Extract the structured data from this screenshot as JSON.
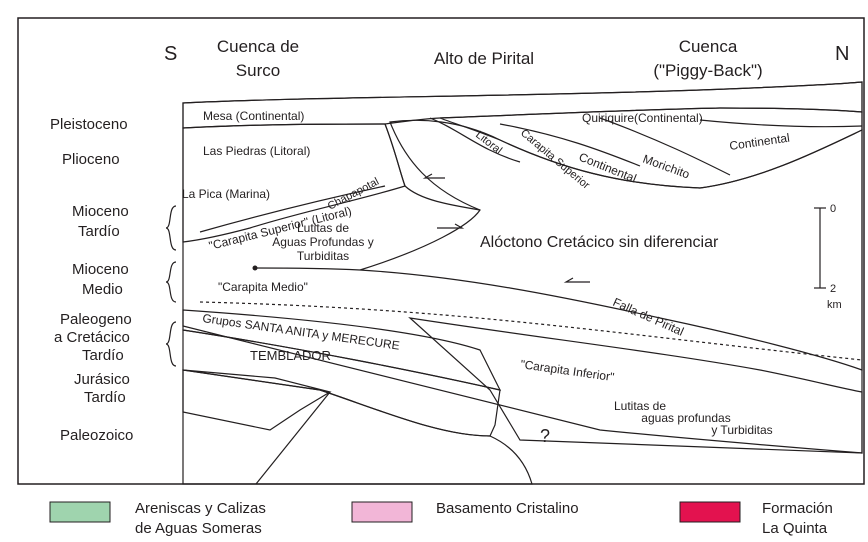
{
  "header": {
    "south": "S",
    "north": "N",
    "basin_left_l1": "Cuenca de",
    "basin_left_l2": "Surco",
    "high": "Alto de Pirital",
    "basin_right_l1": "Cuenca",
    "basin_right_l2": "(\"Piggy-Back\")"
  },
  "ages": {
    "pleistoceno": "Pleistoceno",
    "plioceno": "Plioceno",
    "mioceno_tardio_l1": "Mioceno",
    "mioceno_tardio_l2": "Tardío",
    "mioceno_medio_l1": "Mioceno",
    "mioceno_medio_l2": "Medio",
    "paleogeno_l1": "Paleogeno",
    "paleogeno_l2": "a Cretácico",
    "paleogeno_l3": "Tardío",
    "jurasico_l1": "Jurásico",
    "jurasico_l2": "Tardío",
    "paleozoico": "Paleozoico"
  },
  "units": {
    "mesa": "Mesa (Continental)",
    "quiriquire": "Quiriquire(Continental)",
    "continental_a": "Continental",
    "continental_b": "Continental",
    "morichito": "Morichito",
    "carapita_superior": "Carapita Superior",
    "litoral": "Litoral",
    "las_piedras": "Las Piedras (Litoral)",
    "la_pica": "La Pica (Marina)",
    "chapapotal": "Chapapotal",
    "carapita_superior_litoral": "\"Carapita Superior\" (Litoral)",
    "lutitas_l1": "Lutitas de",
    "lutitas_l2": "Aguas Profundas y",
    "lutitas_l3": "Turbiditas",
    "aloctono": "Alóctono Cretácico sin diferenciar",
    "carapita_medio": "\"Carapita Medio\"",
    "falla": "Falla de Pirital",
    "grupos": "Grupos SANTA ANITA y MERECURE",
    "temblador": "TEMBLADOR",
    "carapita_inferior": "\"Carapita Inferior\"",
    "lutitas_b_l1": "Lutitas de",
    "lutitas_b_l2": "aguas profundas",
    "lutitas_b_l3": "y Turbiditas",
    "unknown": "?"
  },
  "scale": {
    "top": "0",
    "bottom": "2",
    "unit": "km"
  },
  "legend": [
    {
      "label_l1": "Areniscas y Calizas",
      "label_l2": "de Aguas Someras",
      "color": "#9fd4ae"
    },
    {
      "label_l1": "Basamento Cristalino",
      "label_l2": "",
      "color": "#f2b6d7"
    },
    {
      "label_l1": "Formación",
      "label_l2": "La Quinta",
      "color": "#e3124f"
    }
  ],
  "colors": {
    "yellow": "#fdf2b6",
    "tan": "#d9c4a5",
    "salmon": "#f6b592",
    "green": "#9fd4ae",
    "pink": "#f2b6d7",
    "red": "#e3124f",
    "orange": "#fbd3a6"
  }
}
